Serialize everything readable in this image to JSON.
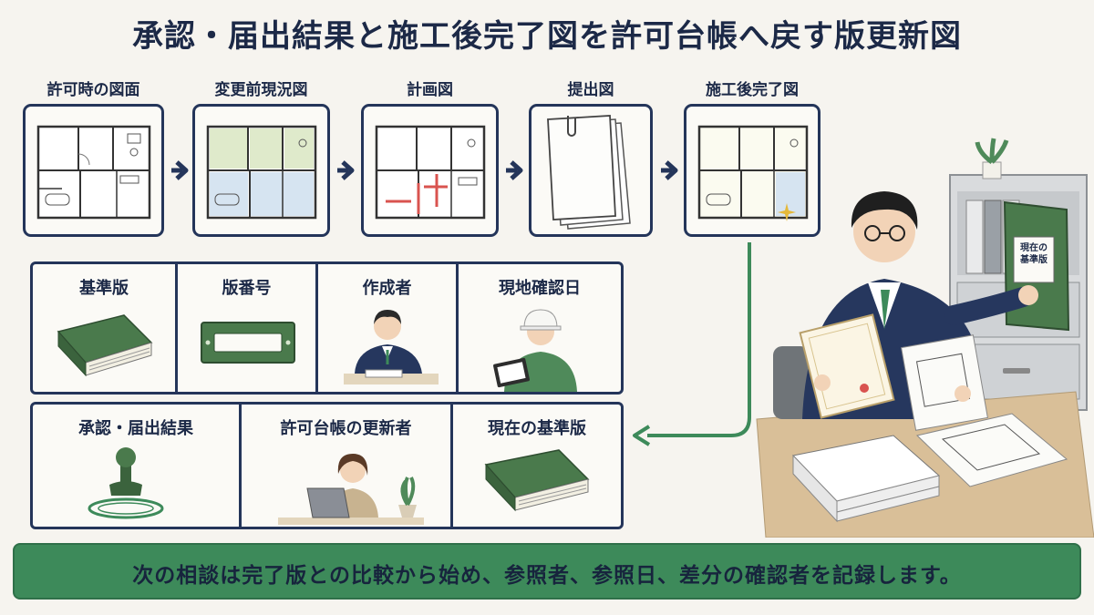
{
  "title": "承認・届出結果と施工後完了図を許可台帳へ戻す版更新図",
  "steps": [
    {
      "label": "許可時の図面"
    },
    {
      "label": "変更前現況図"
    },
    {
      "label": "計画図"
    },
    {
      "label": "提出図"
    },
    {
      "label": "施工後完了図"
    }
  ],
  "record_fields_top": [
    {
      "label": "基準版"
    },
    {
      "label": "版番号"
    },
    {
      "label": "作成者"
    },
    {
      "label": "現地確認日"
    }
  ],
  "record_fields_bottom": [
    {
      "label": "承認・届出結果"
    },
    {
      "label": "許可台帳の更新者"
    },
    {
      "label": "現在の基準版"
    }
  ],
  "binder_label": "現在の基準版",
  "footer": "次の相談は完了版との比較から始め、参照者、参照日、差分の確認者を記録します。",
  "colors": {
    "navy": "#24355a",
    "green": "#3d8a5a",
    "binder_green": "#4a7a4c",
    "highlight_red": "#d9534f",
    "room_green": "#dfeacb",
    "room_blue": "#d6e4f1"
  }
}
